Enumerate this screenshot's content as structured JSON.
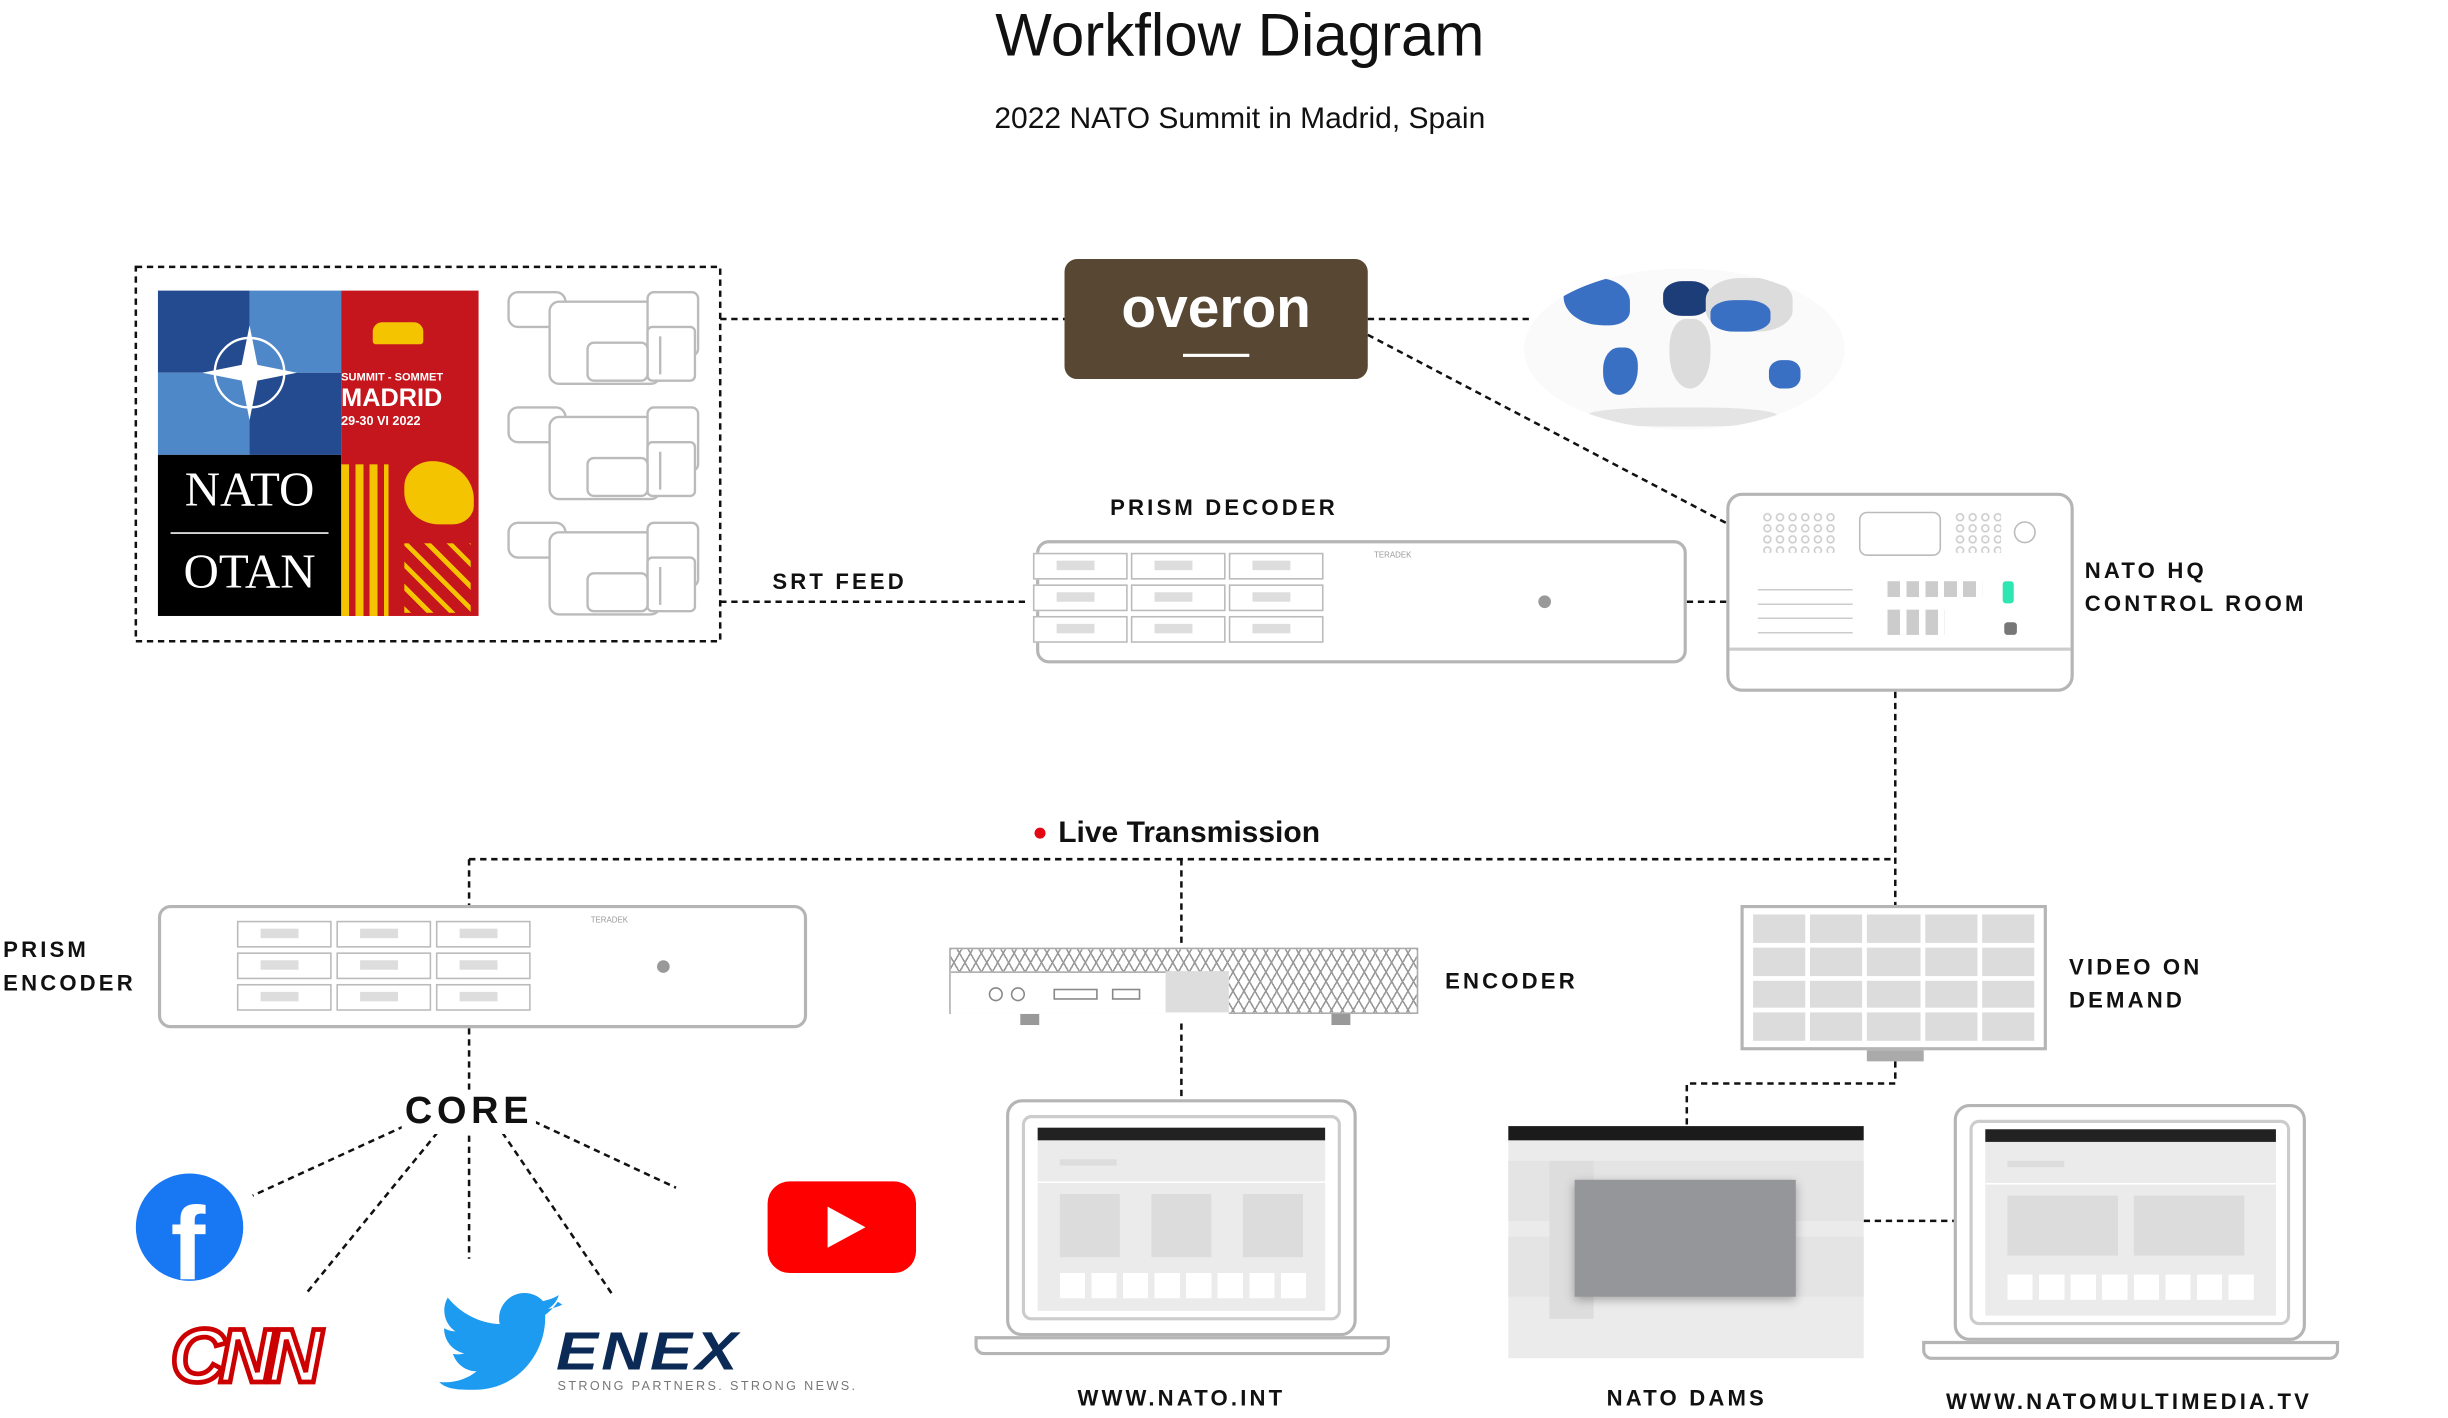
{
  "title": "Workflow Diagram",
  "subtitle": "2022 NATO Summit in Madrid, Spain",
  "logos": {
    "nato": {
      "line1": "NATO",
      "line2": "OTAN"
    },
    "summit": {
      "line1": "SUMMIT - SOMMET",
      "line2": "MADRID",
      "line3": "29-30  VI  2022"
    },
    "overon": "overon",
    "core": "CORE",
    "cnn": "CNN",
    "enex": {
      "name": "ENEX",
      "tagline": "STRONG PARTNERS. STRONG NEWS."
    },
    "device_brand": "TERADEK"
  },
  "labels": {
    "srt_feed": "SRT FEED",
    "prism_decoder": "PRISM DECODER",
    "control_room_1": "NATO HQ",
    "control_room_2": "CONTROL ROOM",
    "live_transmission": "Live Transmission",
    "prism_encoder_1": "PRISM",
    "prism_encoder_2": "ENCODER",
    "encoder": "ENCODER",
    "vod_1": "VIDEO ON",
    "vod_2": "DEMAND",
    "nato_int": "WWW.NATO.INT",
    "nato_dams": "NATO DAMS",
    "natomultimedia": "WWW.NATOMULTIMEDIA.TV"
  },
  "colors": {
    "overon_bg": "#574733",
    "nato_blue_dark": "#244b8f",
    "nato_blue_light": "#4f88c8",
    "madrid_red": "#c4161c",
    "live_dot": "#e30613",
    "facebook": "#1877f2",
    "youtube": "#ff0000",
    "twitter": "#1d9bf0",
    "cnn": "#cc0000",
    "enex": "#0b2a55",
    "accent_green": "#2ee6b0"
  }
}
